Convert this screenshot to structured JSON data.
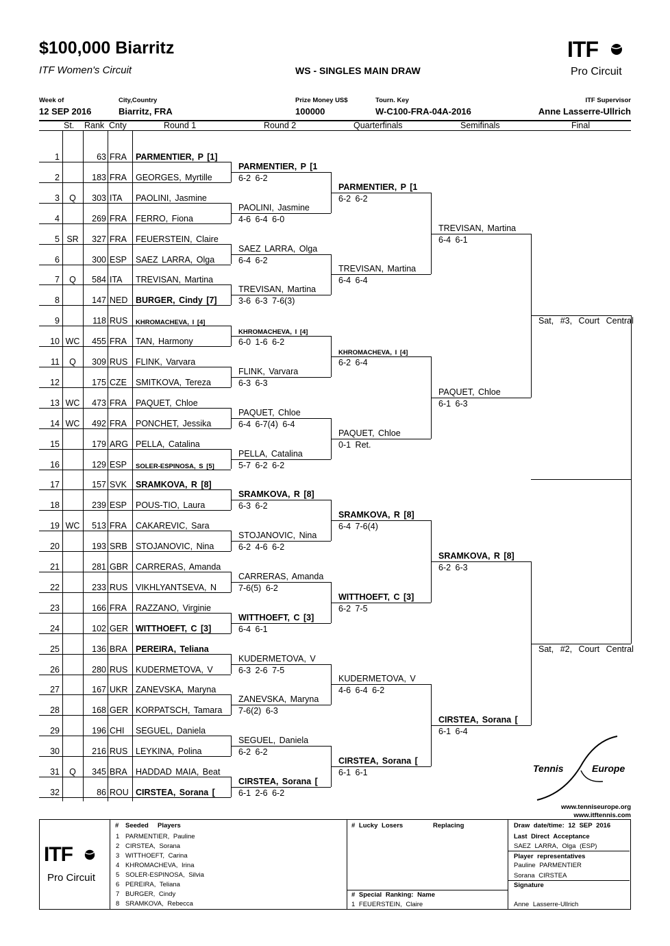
{
  "header": {
    "title": "$100,000 Biarritz",
    "subtitle": "ITF Women's Circuit",
    "draw_name": "WS - SINGLES MAIN DRAW",
    "logo": {
      "name": "ITF",
      "tag": "Pro Circuit"
    }
  },
  "info": [
    {
      "label": "Week of",
      "value": "12 SEP 2016"
    },
    {
      "label": "City,Country",
      "value": "Biarritz, FRA"
    },
    {
      "label": "Prize Money US$",
      "value": "100000"
    },
    {
      "label": "Tourn. Key",
      "value": "W-C100-FRA-04A-2016"
    },
    {
      "label": "ITF Supervisor",
      "value": "Anne Lasserre-Ullrich"
    }
  ],
  "columns": {
    "st": "St.",
    "rank": "Rank",
    "cnty": "Cnty",
    "r1": "Round 1",
    "r2": "Round 2",
    "qf": "Quarterfinals",
    "sf": "Semifinals",
    "f": "Final"
  },
  "entries": [
    {
      "num": "1",
      "status": "",
      "rank": "63",
      "cnty": "FRA",
      "name": "PARMENTIER, P [1]"
    },
    {
      "num": "2",
      "status": "",
      "rank": "183",
      "cnty": "FRA",
      "name": "GEORGES, Myrtille"
    },
    {
      "num": "3",
      "status": "Q",
      "rank": "303",
      "cnty": "ITA",
      "name": "PAOLINI, Jasmine"
    },
    {
      "num": "4",
      "status": "",
      "rank": "269",
      "cnty": "FRA",
      "name": "FERRO, Fiona"
    },
    {
      "num": "5",
      "status": "SR",
      "rank": "327",
      "cnty": "FRA",
      "name": "FEUERSTEIN, Claire"
    },
    {
      "num": "6",
      "status": "",
      "rank": "300",
      "cnty": "ESP",
      "name": "SAEZ LARRA, Olga"
    },
    {
      "num": "7",
      "status": "Q",
      "rank": "584",
      "cnty": "ITA",
      "name": "TREVISAN, Martina"
    },
    {
      "num": "8",
      "status": "",
      "rank": "147",
      "cnty": "NED",
      "name": "BURGER, Cindy [7]"
    },
    {
      "num": "9",
      "status": "",
      "rank": "118",
      "cnty": "RUS",
      "name": "KHROMACHEVA, I [4]"
    },
    {
      "num": "10",
      "status": "WC",
      "rank": "455",
      "cnty": "FRA",
      "name": "TAN, Harmony"
    },
    {
      "num": "11",
      "status": "Q",
      "rank": "309",
      "cnty": "RUS",
      "name": "FLINK, Varvara"
    },
    {
      "num": "12",
      "status": "",
      "rank": "175",
      "cnty": "CZE",
      "name": "SMITKOVA, Tereza"
    },
    {
      "num": "13",
      "status": "WC",
      "rank": "473",
      "cnty": "FRA",
      "name": "PAQUET, Chloe"
    },
    {
      "num": "14",
      "status": "WC",
      "rank": "492",
      "cnty": "FRA",
      "name": "PONCHET, Jessika"
    },
    {
      "num": "15",
      "status": "",
      "rank": "179",
      "cnty": "ARG",
      "name": "PELLA, Catalina"
    },
    {
      "num": "16",
      "status": "",
      "rank": "129",
      "cnty": "ESP",
      "name": "SOLER-ESPINOSA, S [5]"
    },
    {
      "num": "17",
      "status": "",
      "rank": "157",
      "cnty": "SVK",
      "name": "SRAMKOVA, R [8]"
    },
    {
      "num": "18",
      "status": "",
      "rank": "239",
      "cnty": "ESP",
      "name": "POUS-TIO, Laura"
    },
    {
      "num": "19",
      "status": "WC",
      "rank": "513",
      "cnty": "FRA",
      "name": "CAKAREVIC, Sara"
    },
    {
      "num": "20",
      "status": "",
      "rank": "193",
      "cnty": "SRB",
      "name": "STOJANOVIC, Nina"
    },
    {
      "num": "21",
      "status": "",
      "rank": "281",
      "cnty": "GBR",
      "name": "CARRERAS, Amanda"
    },
    {
      "num": "22",
      "status": "",
      "rank": "233",
      "cnty": "RUS",
      "name": "VIKHLYANTSEVA, N"
    },
    {
      "num": "23",
      "status": "",
      "rank": "166",
      "cnty": "FRA",
      "name": "RAZZANO, Virginie"
    },
    {
      "num": "24",
      "status": "",
      "rank": "102",
      "cnty": "GER",
      "name": "WITTHOEFT, C [3]"
    },
    {
      "num": "25",
      "status": "",
      "rank": "136",
      "cnty": "BRA",
      "name": "PEREIRA, Teliana"
    },
    {
      "num": "26",
      "status": "",
      "rank": "280",
      "cnty": "RUS",
      "name": "KUDERMETOVA, V"
    },
    {
      "num": "27",
      "status": "",
      "rank": "167",
      "cnty": "UKR",
      "name": "ZANEVSKA, Maryna"
    },
    {
      "num": "28",
      "status": "",
      "rank": "168",
      "cnty": "GER",
      "name": "KORPATSCH, Tamara"
    },
    {
      "num": "29",
      "status": "",
      "rank": "196",
      "cnty": "CHI",
      "name": "SEGUEL, Daniela"
    },
    {
      "num": "30",
      "status": "",
      "rank": "216",
      "cnty": "RUS",
      "name": "LEYKINA, Polina"
    },
    {
      "num": "31",
      "status": "Q",
      "rank": "345",
      "cnty": "BRA",
      "name": "HADDAD MAIA, Beat"
    },
    {
      "num": "32",
      "status": "",
      "rank": "86",
      "cnty": "ROU",
      "name": "CIRSTEA, Sorana ["
    }
  ],
  "round2": [
    {
      "name": "PARMENTIER, P [1",
      "score": "6-2 6-2"
    },
    {
      "name": "PAOLINI, Jasmine",
      "score": "4-6 6-4 6-0"
    },
    {
      "name": "SAEZ LARRA, Olga",
      "score": "6-4 6-2"
    },
    {
      "name": "TREVISAN, Martina",
      "score": "3-6 6-3 7-6(3)"
    },
    {
      "name": "KHROMACHEVA, I [4]",
      "score": "6-0 1-6 6-2"
    },
    {
      "name": "FLINK, Varvara",
      "score": "6-3 6-3"
    },
    {
      "name": "PAQUET, Chloe",
      "score": "6-4 6-7(4) 6-4"
    },
    {
      "name": "PELLA, Catalina",
      "score": "5-7 6-2 6-2"
    },
    {
      "name": "SRAMKOVA, R [8]",
      "score": "6-3 6-2"
    },
    {
      "name": "STOJANOVIC, Nina",
      "score": "6-2 4-6 6-2"
    },
    {
      "name": "CARRERAS, Amanda",
      "score": "7-6(5) 6-2"
    },
    {
      "name": "WITTHOEFT, C [3]",
      "score": "6-4 6-1"
    },
    {
      "name": "KUDERMETOVA, V",
      "score": "6-3 2-6 7-5"
    },
    {
      "name": "ZANEVSKA, Maryna",
      "score": "7-6(2) 6-3"
    },
    {
      "name": "SEGUEL, Daniela",
      "score": "6-2 6-2"
    },
    {
      "name": "CIRSTEA, Sorana [",
      "score": "6-1 2-6 6-2"
    }
  ],
  "quarterfinals": [
    {
      "name": "PARMENTIER, P [1",
      "score": "6-2 6-2"
    },
    {
      "name": "TREVISAN, Martina",
      "score": "6-4 6-4"
    },
    {
      "name": "KHROMACHEVA, I [4]",
      "score": "6-2 6-4"
    },
    {
      "name": "PAQUET, Chloe",
      "score": "0-1 Ret."
    },
    {
      "name": "SRAMKOVA, R [8]",
      "score": "6-4 7-6(4)"
    },
    {
      "name": "WITTHOEFT, C [3]",
      "score": "6-2 7-5"
    },
    {
      "name": "KUDERMETOVA, V",
      "score": "4-6 6-4 6-2"
    },
    {
      "name": "CIRSTEA, Sorana [",
      "score": "6-1 6-1"
    }
  ],
  "semifinals": [
    {
      "name": "TREVISAN, Martina",
      "score": "6-4 6-1"
    },
    {
      "name": "PAQUET, Chloe",
      "score": "6-1 6-3"
    },
    {
      "name": "SRAMKOVA, R [8]",
      "score": "6-2 6-3"
    },
    {
      "name": "CIRSTEA, Sorana [",
      "score": "6-1 6-4"
    }
  ],
  "final": [
    {
      "schedule": "Sat, #3, Court Central"
    },
    {
      "schedule": "Sat, #2, Court Central"
    }
  ],
  "sponsor": {
    "left": "Tennis",
    "right": "Europe",
    "url1": "www.tenniseurope.org",
    "url2": "www.itftennis.com"
  },
  "footer": {
    "seeded_header": [
      "#",
      "Seeded",
      "Players"
    ],
    "seeds": [
      {
        "n": "1",
        "name": "PARMENTIER, Pauline"
      },
      {
        "n": "2",
        "name": "CIRSTEA, Sorana"
      },
      {
        "n": "3",
        "name": "WITTHOEFT, Carina"
      },
      {
        "n": "4",
        "name": "KHROMACHEVA, Irina"
      },
      {
        "n": "5",
        "name": "SOLER-ESPINOSA, Silvia"
      },
      {
        "n": "6",
        "name": "PEREIRA, Teliana"
      },
      {
        "n": "7",
        "name": "BURGER, Cindy"
      },
      {
        "n": "8",
        "name": "SRAMKOVA, Rebecca"
      }
    ],
    "lucky_header": "# Lucky Losers",
    "replacing_header": "Replacing",
    "special_header": "# Special Ranking: Name",
    "special_entry": "1 FEUERSTEIN, Claire",
    "draw_datetime": "Draw date/time: 12 SEP 2016",
    "last_da_label": "Last Direct Acceptance",
    "last_da_value": "SAEZ LARRA, Olga (ESP)",
    "reps_label": "Player representatives",
    "rep1": "Pauline PARMENTIER",
    "rep2": "Sorana CIRSTEA",
    "signature_label": "Signature",
    "signature_name": "Anne Lasserre-Ullrich"
  }
}
